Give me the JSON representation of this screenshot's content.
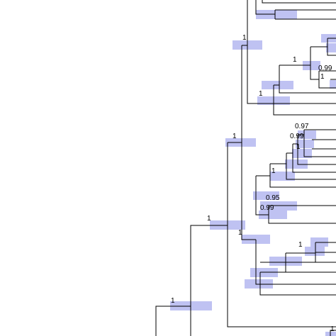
{
  "tree": {
    "style": {
      "edge_color": "#000000",
      "bar_color": "#bfc2f2",
      "background": "#ffffff"
    },
    "support_labels": [
      "1",
      "1",
      "0.99",
      "1",
      "1",
      "1",
      "0.97",
      "0.99",
      "1",
      "1",
      "0.95",
      "0.99",
      "1",
      "1",
      "1",
      "1",
      "1"
    ]
  }
}
